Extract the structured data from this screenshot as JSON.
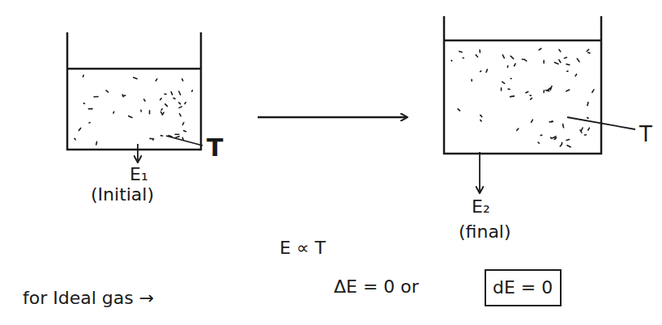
{
  "diagram": {
    "nodes": [
      {
        "text": [
          "dE = 0"
        ]
      }
    ],
    "labels": [
      "T",
      "E₁",
      "(Initial)",
      "T",
      "E₂",
      "(final)",
      "for Ideal gas →",
      "E ∝ T",
      "ΔE = 0 or"
    ]
  }
}
